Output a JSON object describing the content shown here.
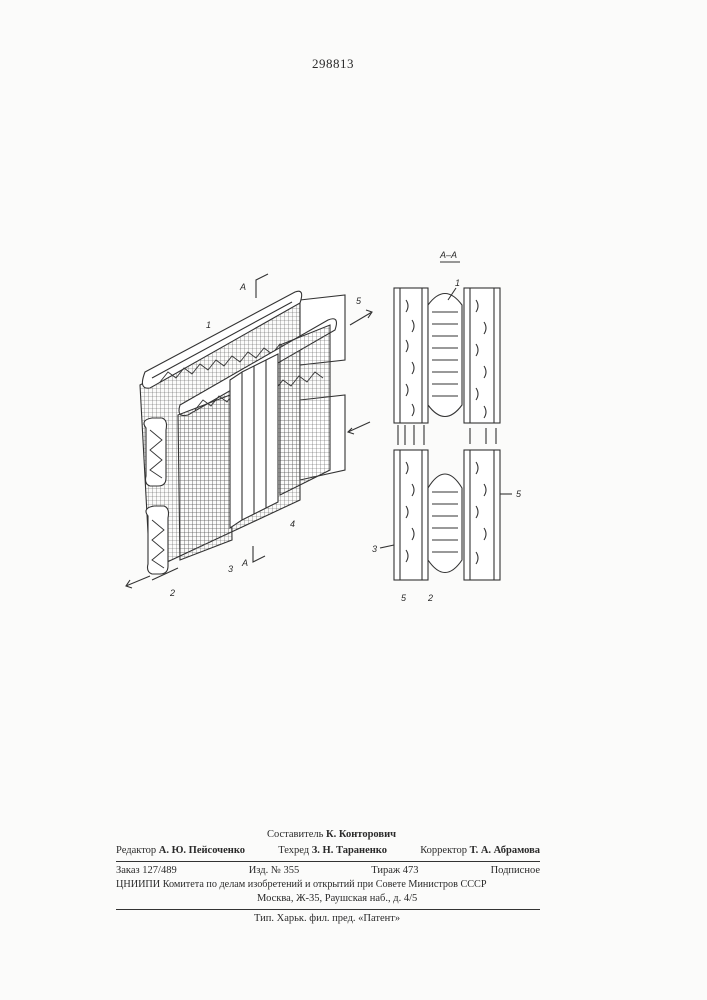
{
  "patent_number": "298813",
  "figure": {
    "section_label": "А–А",
    "cut_marker": "А",
    "callouts_left": [
      "1",
      "2",
      "3",
      "4",
      "5"
    ],
    "callouts_right": [
      "1",
      "2",
      "3",
      "5",
      "5"
    ]
  },
  "imprint": {
    "compiler_label": "Составитель",
    "compiler_name": "К. Конторович",
    "editor_label": "Редактор",
    "editor_name": "А. Ю. Пейсоченко",
    "techred_label": "Техред",
    "techred_name": "З. Н. Тараненко",
    "corrector_label": "Корректор",
    "corrector_name": "Т. А. Абрамова",
    "order": "Заказ 127/489",
    "edition": "Изд. № 355",
    "circulation": "Тираж 473",
    "subscription": "Подписное",
    "institute_line": "ЦНИИПИ Комитета по делам изобретений и открытий при Совете Министров СССР",
    "address_line": "Москва, Ж-35, Раушская наб., д. 4/5",
    "printer_line": "Тип. Харьк. фил. пред. «Патент»"
  }
}
